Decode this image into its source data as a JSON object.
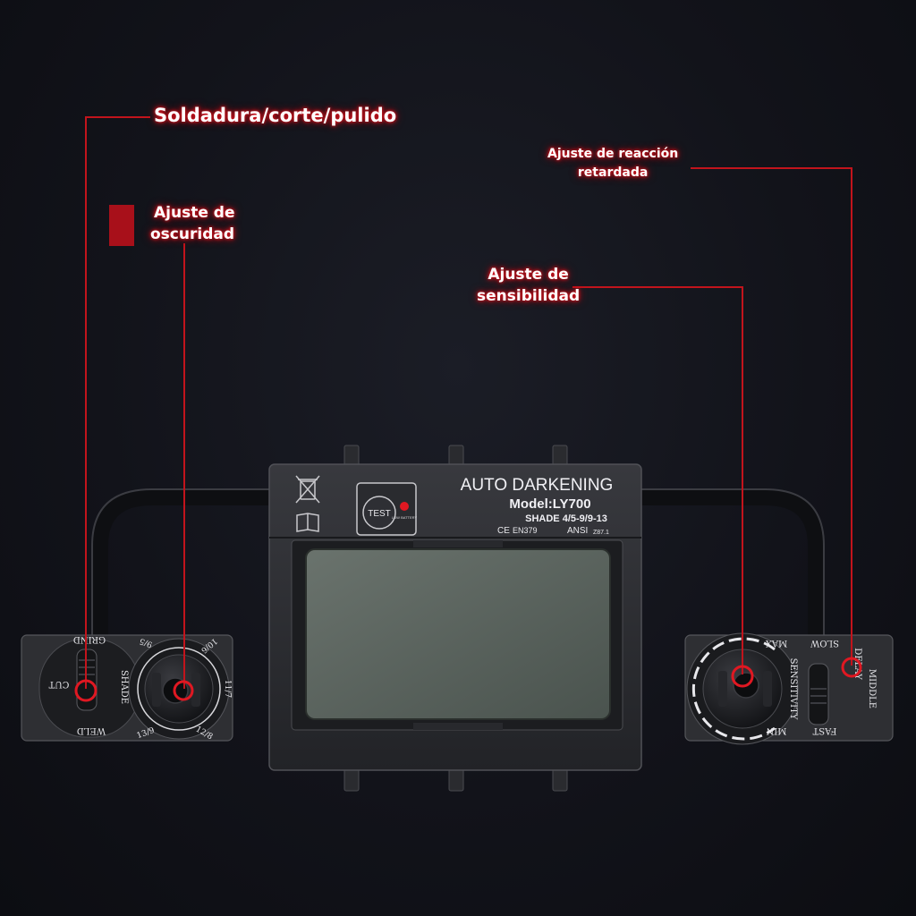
{
  "callouts": {
    "weld_cut_grind": "Soldadura/corte/pulido",
    "shade_adjust_l1": "Ajuste de",
    "shade_adjust_l2": "oscuridad",
    "delay_adjust_l1": "Ajuste de reacción",
    "delay_adjust_l2": "retardada",
    "sensitivity_adjust_l1": "Ajuste de",
    "sensitivity_adjust_l2": "sensibilidad"
  },
  "filter_panel": {
    "title": "AUTO DARKENING",
    "model": "Model:LY700",
    "shade_range": "SHADE 4/5-9/9-13",
    "ce_mark": "CE",
    "en_standard": "EN379",
    "ansi_label": "ANSI",
    "ansi_code": "Z87.1",
    "test_button": "TEST",
    "low_battery": "LOW BATTERY"
  },
  "left_control": {
    "mode_grind": "GRIND",
    "mode_cut": "CUT",
    "mode_weld": "WELD",
    "shade_label": "SHADE",
    "shade_9_5": "9/5",
    "shade_10_6": "10/6",
    "shade_11_7": "11/7",
    "shade_12_8": "12/8",
    "shade_13_9": "13/9"
  },
  "right_control": {
    "sensitivity_label": "SENSITIVITY",
    "max_label": "MAX",
    "min_label": "MIN",
    "slow_label": "SLOW",
    "fast_label": "FAST",
    "delay_label": "DELAY",
    "middle_label": "MIDDLE"
  },
  "colors": {
    "background": "#12131a",
    "callout_red": "#d8101c",
    "housing": "#2c2d31",
    "lens": "#56605a"
  }
}
